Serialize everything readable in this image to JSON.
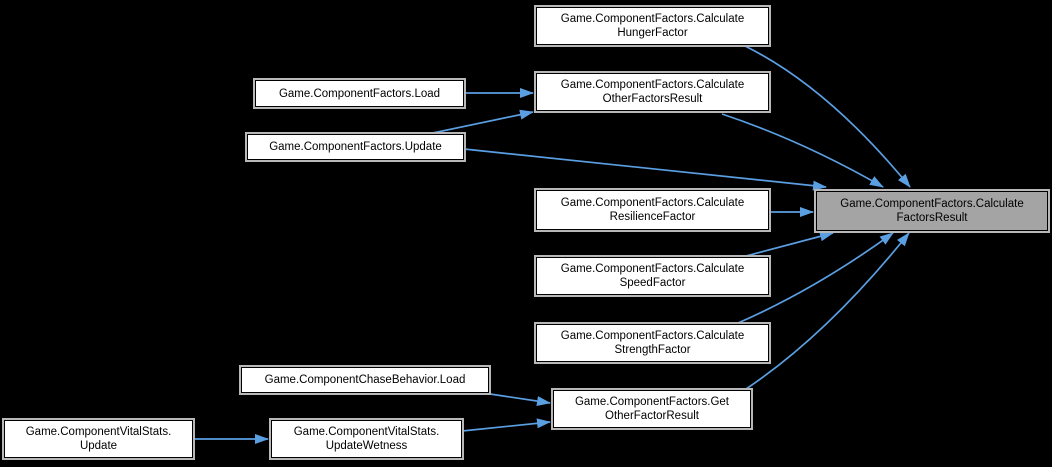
{
  "diagram": {
    "type": "call-graph",
    "background_color": "#000000",
    "edge_color": "#5b9fe3",
    "node_fill_color": "#ffffff",
    "node_border_color": "#000000",
    "node_outline_color": "#b8b8b8",
    "highlighted_node_fill_color": "#a4a4a4",
    "nodes": [
      {
        "id": "calc-hunger-factor",
        "label_lines": [
          "Game.ComponentFactors.Calculate",
          "HungerFactor"
        ],
        "full_name": "Game.ComponentFactors.CalculateHungerFactor",
        "highlighted": false
      },
      {
        "id": "calc-other-factors-result",
        "label_lines": [
          "Game.ComponentFactors.Calculate",
          "OtherFactorsResult"
        ],
        "full_name": "Game.ComponentFactors.CalculateOtherFactorsResult",
        "highlighted": false
      },
      {
        "id": "factors-load",
        "label_lines": [
          "Game.ComponentFactors.Load"
        ],
        "full_name": "Game.ComponentFactors.Load",
        "highlighted": false
      },
      {
        "id": "factors-update",
        "label_lines": [
          "Game.ComponentFactors.Update"
        ],
        "full_name": "Game.ComponentFactors.Update",
        "highlighted": false
      },
      {
        "id": "calc-resilience-factor",
        "label_lines": [
          "Game.ComponentFactors.Calculate",
          "ResilienceFactor"
        ],
        "full_name": "Game.ComponentFactors.CalculateResilienceFactor",
        "highlighted": false
      },
      {
        "id": "calc-speed-factor",
        "label_lines": [
          "Game.ComponentFactors.Calculate",
          "SpeedFactor"
        ],
        "full_name": "Game.ComponentFactors.CalculateSpeedFactor",
        "highlighted": false
      },
      {
        "id": "calc-strength-factor",
        "label_lines": [
          "Game.ComponentFactors.Calculate",
          "StrengthFactor"
        ],
        "full_name": "Game.ComponentFactors.CalculateStrengthFactor",
        "highlighted": false
      },
      {
        "id": "chase-behavior-load",
        "label_lines": [
          "Game.ComponentChaseBehavior.Load"
        ],
        "full_name": "Game.ComponentChaseBehavior.Load",
        "highlighted": false
      },
      {
        "id": "get-other-factor-result",
        "label_lines": [
          "Game.ComponentFactors.Get",
          "OtherFactorResult"
        ],
        "full_name": "Game.ComponentFactors.GetOtherFactorResult",
        "highlighted": false
      },
      {
        "id": "vital-stats-update",
        "label_lines": [
          "Game.ComponentVitalStats.",
          "Update"
        ],
        "full_name": "Game.ComponentVitalStats.Update",
        "highlighted": false
      },
      {
        "id": "update-wetness",
        "label_lines": [
          "Game.ComponentVitalStats.",
          "UpdateWetness"
        ],
        "full_name": "Game.ComponentVitalStats.UpdateWetness",
        "highlighted": false
      },
      {
        "id": "calc-factors-result",
        "label_lines": [
          "Game.ComponentFactors.Calculate",
          "FactorsResult"
        ],
        "full_name": "Game.ComponentFactors.CalculateFactorsResult",
        "highlighted": true
      }
    ],
    "edges": [
      {
        "from": "calc-hunger-factor",
        "to": "calc-factors-result"
      },
      {
        "from": "factors-load",
        "to": "calc-other-factors-result"
      },
      {
        "from": "factors-update",
        "to": "calc-other-factors-result"
      },
      {
        "from": "calc-other-factors-result",
        "to": "calc-factors-result"
      },
      {
        "from": "factors-update",
        "to": "calc-factors-result"
      },
      {
        "from": "calc-resilience-factor",
        "to": "calc-factors-result"
      },
      {
        "from": "calc-speed-factor",
        "to": "calc-factors-result"
      },
      {
        "from": "calc-strength-factor",
        "to": "calc-factors-result"
      },
      {
        "from": "chase-behavior-load",
        "to": "get-other-factor-result"
      },
      {
        "from": "update-wetness",
        "to": "get-other-factor-result"
      },
      {
        "from": "vital-stats-update",
        "to": "update-wetness"
      },
      {
        "from": "get-other-factor-result",
        "to": "calc-factors-result"
      }
    ]
  }
}
